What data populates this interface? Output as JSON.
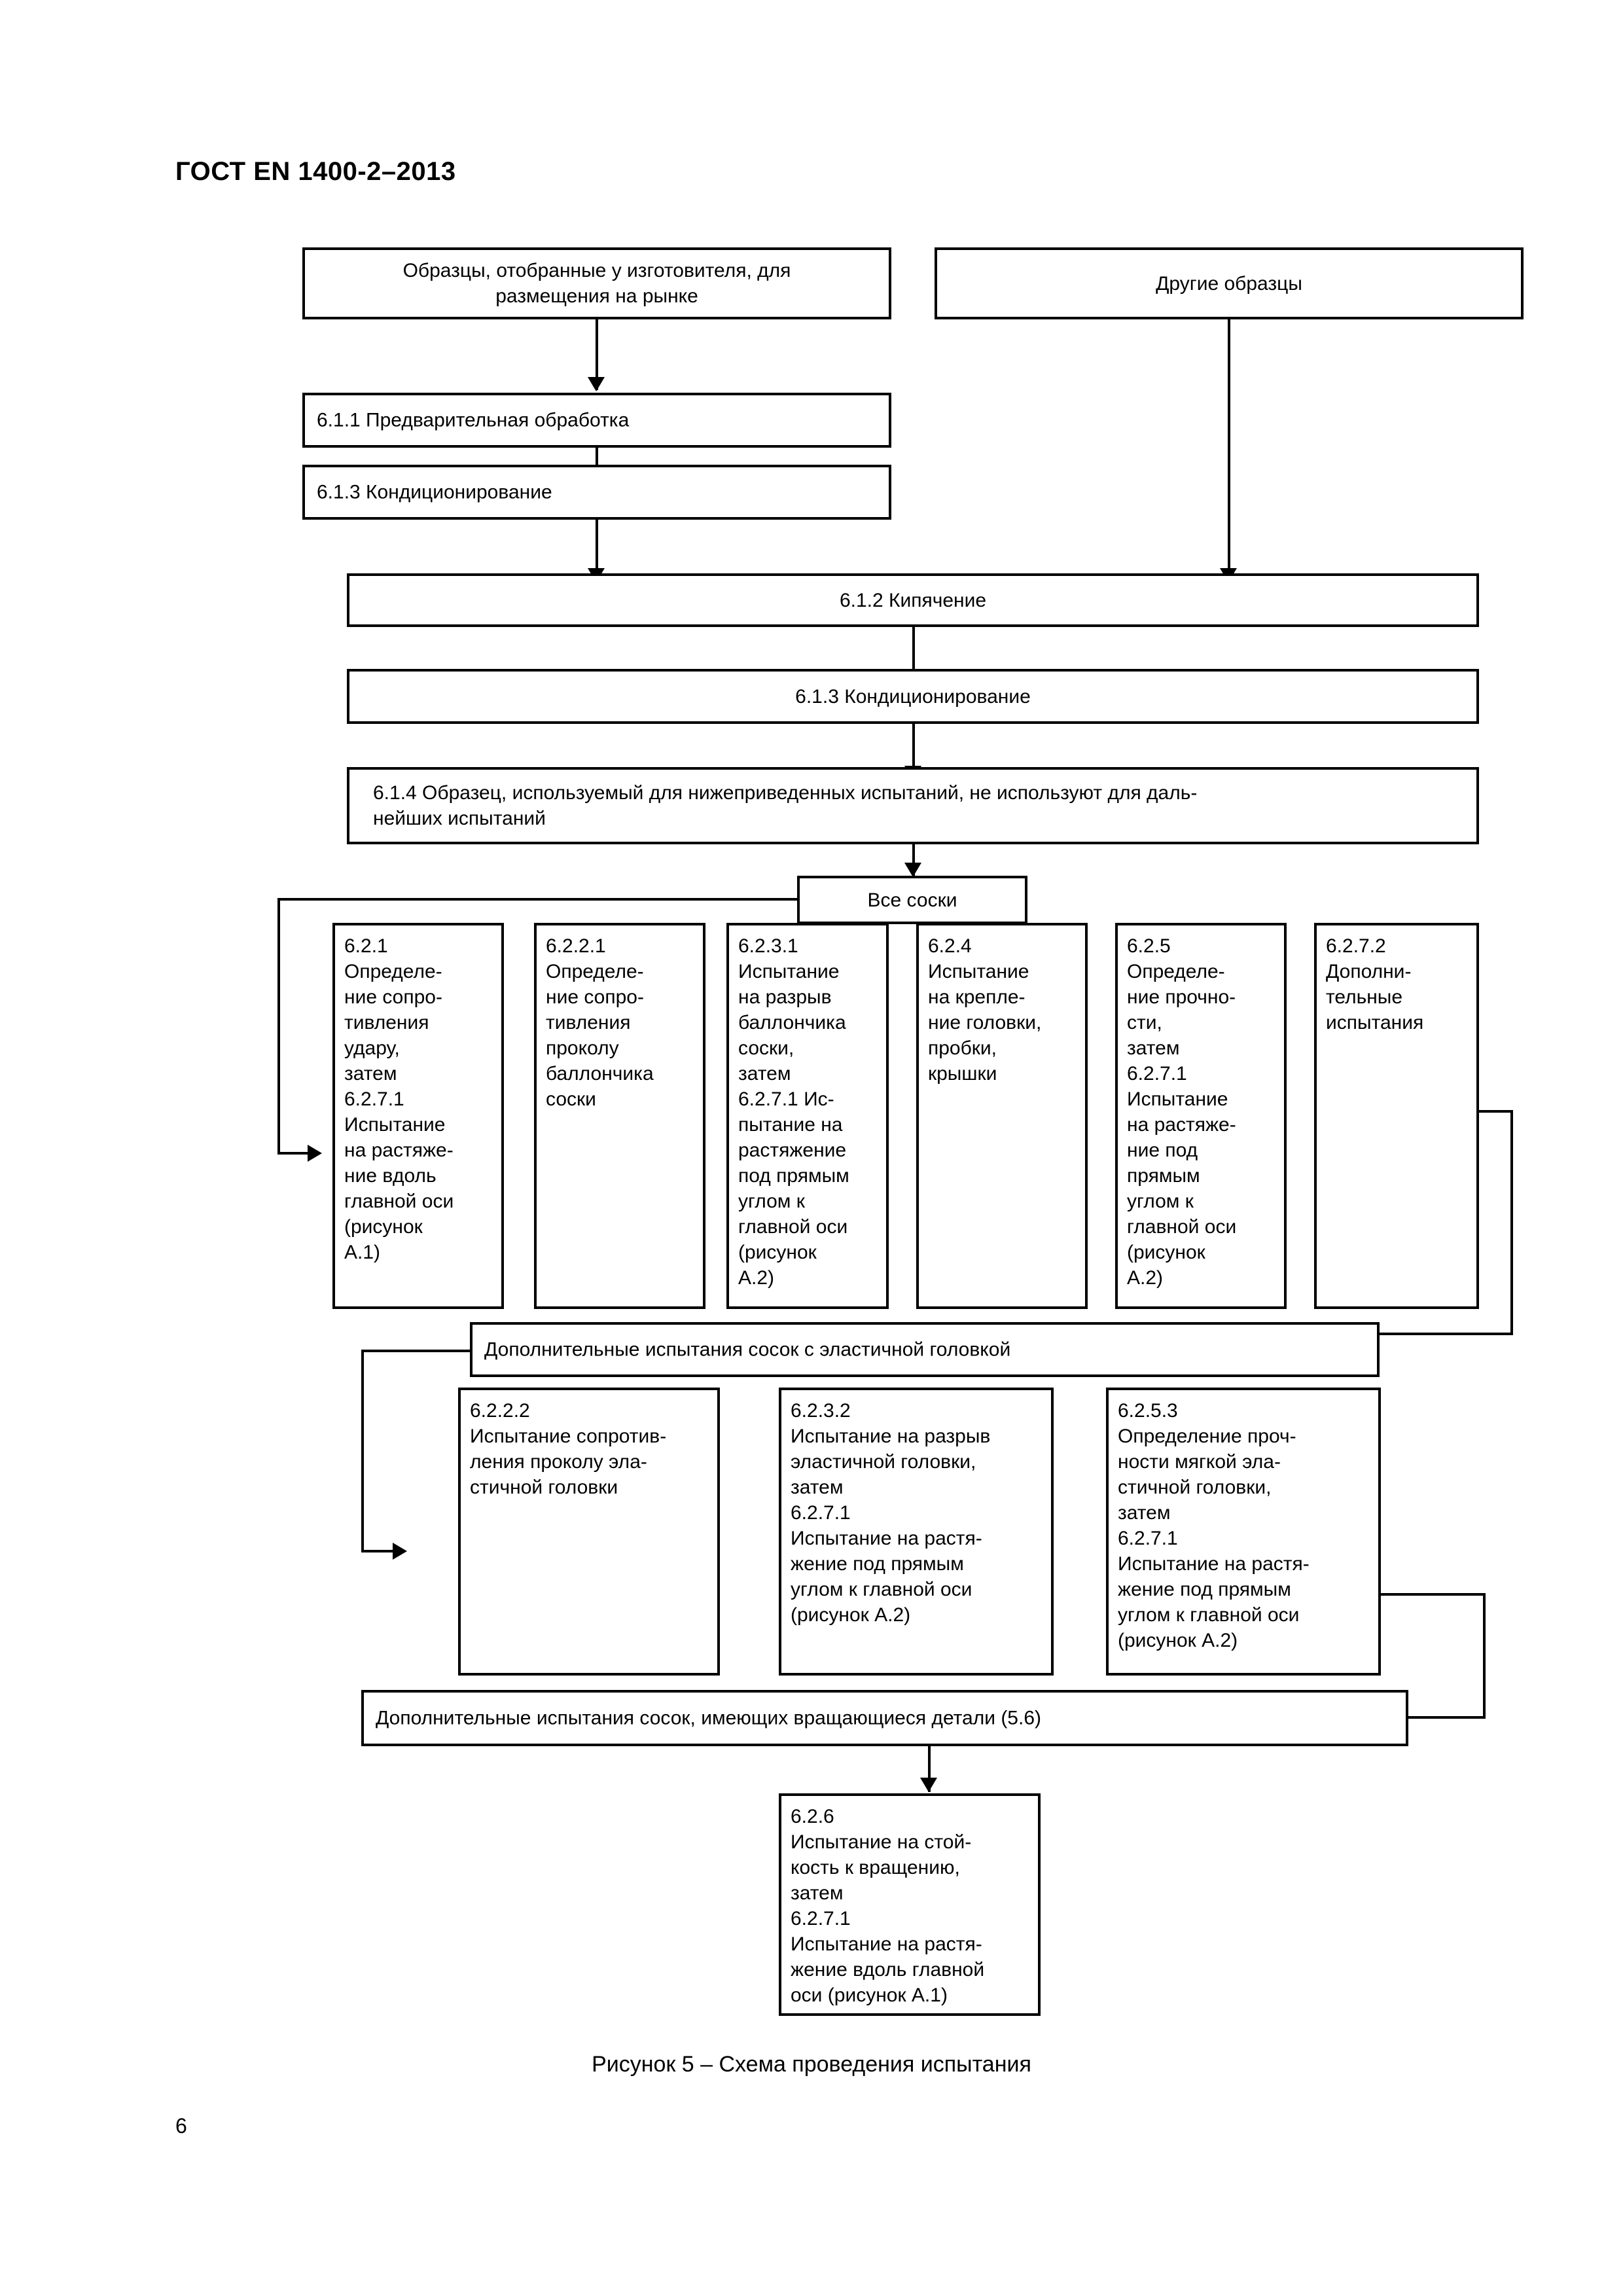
{
  "document": {
    "header": "ГОСТ EN 1400-2–2013",
    "page_number": "6",
    "figure_caption": "Рисунок 5 – Схема проведения испытания"
  },
  "flowchart": {
    "sources": [
      {
        "id": "manufacturer-samples",
        "text": "Образцы, отобранные у изготовителя, для\nразмещения на рынке"
      },
      {
        "id": "other-samples",
        "text": "Другие образцы"
      }
    ],
    "preparation": [
      {
        "id": "pretreatment",
        "text": "6.1.1 Предварительная обработка"
      },
      {
        "id": "conditioning-1",
        "text": "6.1.3 Кондиционирование"
      },
      {
        "id": "boiling",
        "text": "6.1.2 Кипячение"
      },
      {
        "id": "conditioning-2",
        "text": "6.1.3 Кондиционирование"
      },
      {
        "id": "single-use-note",
        "text": "6.1.4 Образец, используемый для нижеприведенных испытаний, не используют для  даль-\nнейших испытаний"
      }
    ],
    "all_teats_label": "Все соски",
    "main_tests": [
      {
        "id": "6.2.1",
        "text": "6.2.1\nОпределе-\nние сопро-\nтивления\nудару,\nзатем\n6.2.7.1\nИспытание\nна растяже-\nние вдоль\nглавной оси\n(рисунок\nА.1)"
      },
      {
        "id": "6.2.2.1",
        "text": "6.2.2.1\nОпределе-\nние сопро-\nтивления\nпроколу\nбаллончика\nсоски"
      },
      {
        "id": "6.2.3.1",
        "text": "6.2.3.1\nИспытание\nна разрыв\nбаллончика\nсоски,\nзатем\n6.2.7.1 Ис-\nпытание на\nрастяжение\nпод прямым\nуглом к\nглавной оси\n(рисунок\nА.2)"
      },
      {
        "id": "6.2.4",
        "text": "6.2.4\nИспытание\nна крепле-\nние головки,\nпробки,\nкрышки"
      },
      {
        "id": "6.2.5",
        "text": "6.2.5\nОпределе-\nние прочно-\nсти,\nзатем\n6.2.7.1\nИспытание\nна растяже-\nние под\nпрямым\nуглом к\nглавной оси\n(рисунок\nА.2)"
      },
      {
        "id": "6.2.7.2",
        "text": "6.2.7.2\nДополни-\nтельные\nиспытания"
      }
    ],
    "elastic_head_band": "Дополнительные испытания  сосок с эластичной головкой",
    "elastic_head_tests": [
      {
        "id": "6.2.2.2",
        "text": "6.2.2.2\nИспытание сопротив-\nления проколу эла-\nстичной головки"
      },
      {
        "id": "6.2.3.2",
        "text": "6.2.3.2\nИспытание на разрыв\nэластичной головки,\nзатем\n6.2.7.1\nИспытание на растя-\nжение под прямым\nуглом к главной оси\n(рисунок А.2)"
      },
      {
        "id": "6.2.5.3",
        "text": "6.2.5.3\nОпределение проч-\nности мягкой эла-\nстичной головки,\nзатем\n6.2.7.1\nИспытание на растя-\nжение под прямым\nуглом к главной оси\n(рисунок А.2)"
      }
    ],
    "rotating_band": "Дополнительные испытания сосок, имеющих вращающиеся детали (5.6)",
    "rotating_test": {
      "id": "6.2.6",
      "text": "6.2.6\nИспытание на стой-\nкость к вращению,\nзатем\n6.2.7.1\nИспытание на растя-\nжение вдоль главной\nоси (рисунок А.1)"
    }
  }
}
